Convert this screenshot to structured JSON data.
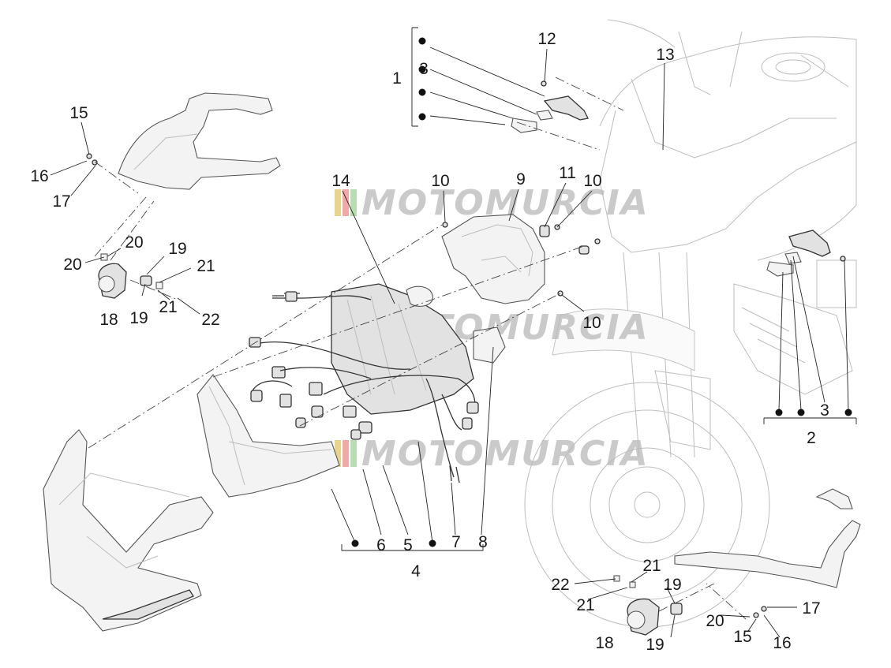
{
  "watermark": {
    "text": "MOTOMURCIA",
    "colors": [
      "#e9d48c",
      "#f3a8a8",
      "#b9dcb0",
      "#cfcfcf"
    ]
  },
  "labels": {
    "l1": "1",
    "l2": "2",
    "l3a": "3",
    "l3b": "3",
    "l4": "4",
    "l5": "5",
    "l6": "6",
    "l7": "7",
    "l8": "8",
    "l9": "9",
    "l10a": "10",
    "l10b": "10",
    "l10c": "10",
    "l11": "11",
    "l12": "12",
    "l13": "13",
    "l14": "14",
    "l15a": "15",
    "l15b": "15",
    "l16a": "16",
    "l16b": "16",
    "l17a": "17",
    "l17b": "17",
    "l18a": "18",
    "l18b": "18",
    "l19a": "19",
    "l19b": "19",
    "l19c": "19",
    "l19d": "19",
    "l20a": "20",
    "l20b": "20",
    "l20c": "20",
    "l21a": "21",
    "l21b": "21",
    "l21c": "21",
    "l21d": "21",
    "l22a": "22",
    "l22b": "22"
  }
}
